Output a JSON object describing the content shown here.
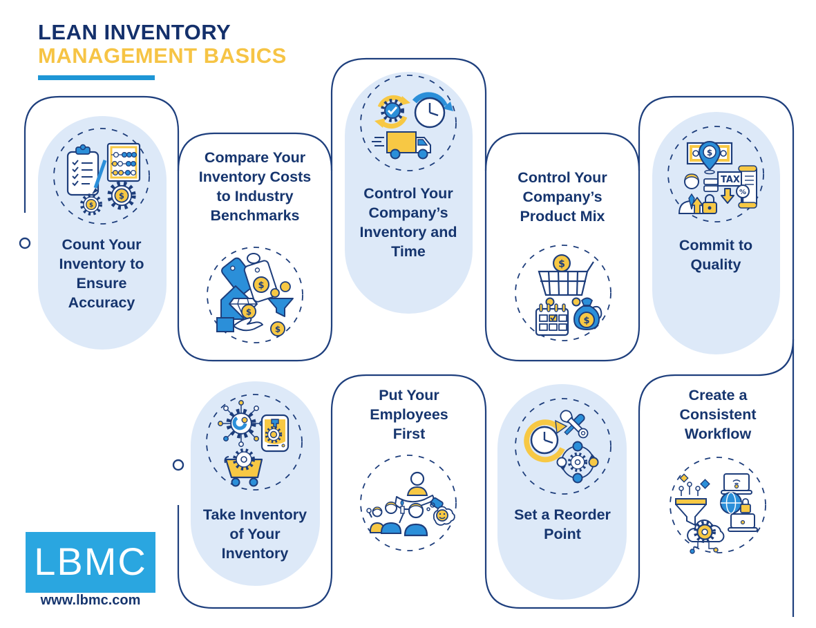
{
  "title": {
    "line1": "LEAN INVENTORY",
    "line2": "MANAGEMENT BASICS"
  },
  "cards": [
    {
      "id": "count-inventory",
      "label": "Count Your Inventory to Ensure Accuracy",
      "lines": [
        "Count Your",
        "Inventory to",
        "Ensure",
        "Accuracy"
      ],
      "style": "filled",
      "icon": "clipboard-abacus-gears"
    },
    {
      "id": "compare-costs",
      "label": "Compare Your Inventory Costs to Industry Benchmarks",
      "lines": [
        "Compare Your",
        "Inventory Costs",
        "to Industry",
        "Benchmarks"
      ],
      "style": "outline",
      "icon": "price-tags-house-funnel"
    },
    {
      "id": "control-inventory-time",
      "label": "Control Your Company’s Inventory and Time",
      "lines": [
        "Control Your",
        "Company’s",
        "Inventory and",
        "Time"
      ],
      "style": "filled",
      "icon": "sync-clock-truck"
    },
    {
      "id": "control-product-mix",
      "label": "Control Your Company’s Product Mix",
      "lines": [
        "Control Your",
        "Company’s",
        "Product Mix"
      ],
      "style": "outline",
      "icon": "cart-calendar-moneybag"
    },
    {
      "id": "commit-quality",
      "label": "Commit to Quality",
      "lines": [
        "Commit to",
        "Quality"
      ],
      "style": "filled",
      "icon": "money-tax-audit"
    },
    {
      "id": "take-inventory",
      "label": "Take Inventory of Your Inventory",
      "lines": [
        "Take Inventory",
        "of Your",
        "Inventory"
      ],
      "style": "filled",
      "icon": "gear-wrench-devices-cart"
    },
    {
      "id": "employees-first",
      "label": "Put Your Employees First",
      "lines": [
        "Put Your",
        "Employees",
        "First"
      ],
      "style": "outline",
      "icon": "hand-people-smiley"
    },
    {
      "id": "reorder-point",
      "label": "Set a Reorder Point",
      "lines": [
        "Set a Reorder",
        "Point"
      ],
      "style": "filled",
      "icon": "clock-tools-orbit-gear"
    },
    {
      "id": "consistent-workflow",
      "label": "Create a Consistent Workflow",
      "lines": [
        "Create a",
        "Consistent",
        "Workflow"
      ],
      "style": "outline",
      "icon": "funnel-cloud-laptops"
    }
  ],
  "glyphs": {
    "dollar": "$",
    "tax": "TAX",
    "percent": "%"
  },
  "footer": {
    "logo": "LBMC",
    "website": "www.lbmc.com"
  },
  "colors": {
    "navy": "#1d3d7b",
    "text_navy": "#16356e",
    "blue": "#2b8fd9",
    "yellow": "#f7c844",
    "light_pill": "#dde9f8",
    "title_yellow": "#f6c445",
    "underline_blue": "#1e96d6",
    "logo_blue": "#2aa6e0"
  }
}
